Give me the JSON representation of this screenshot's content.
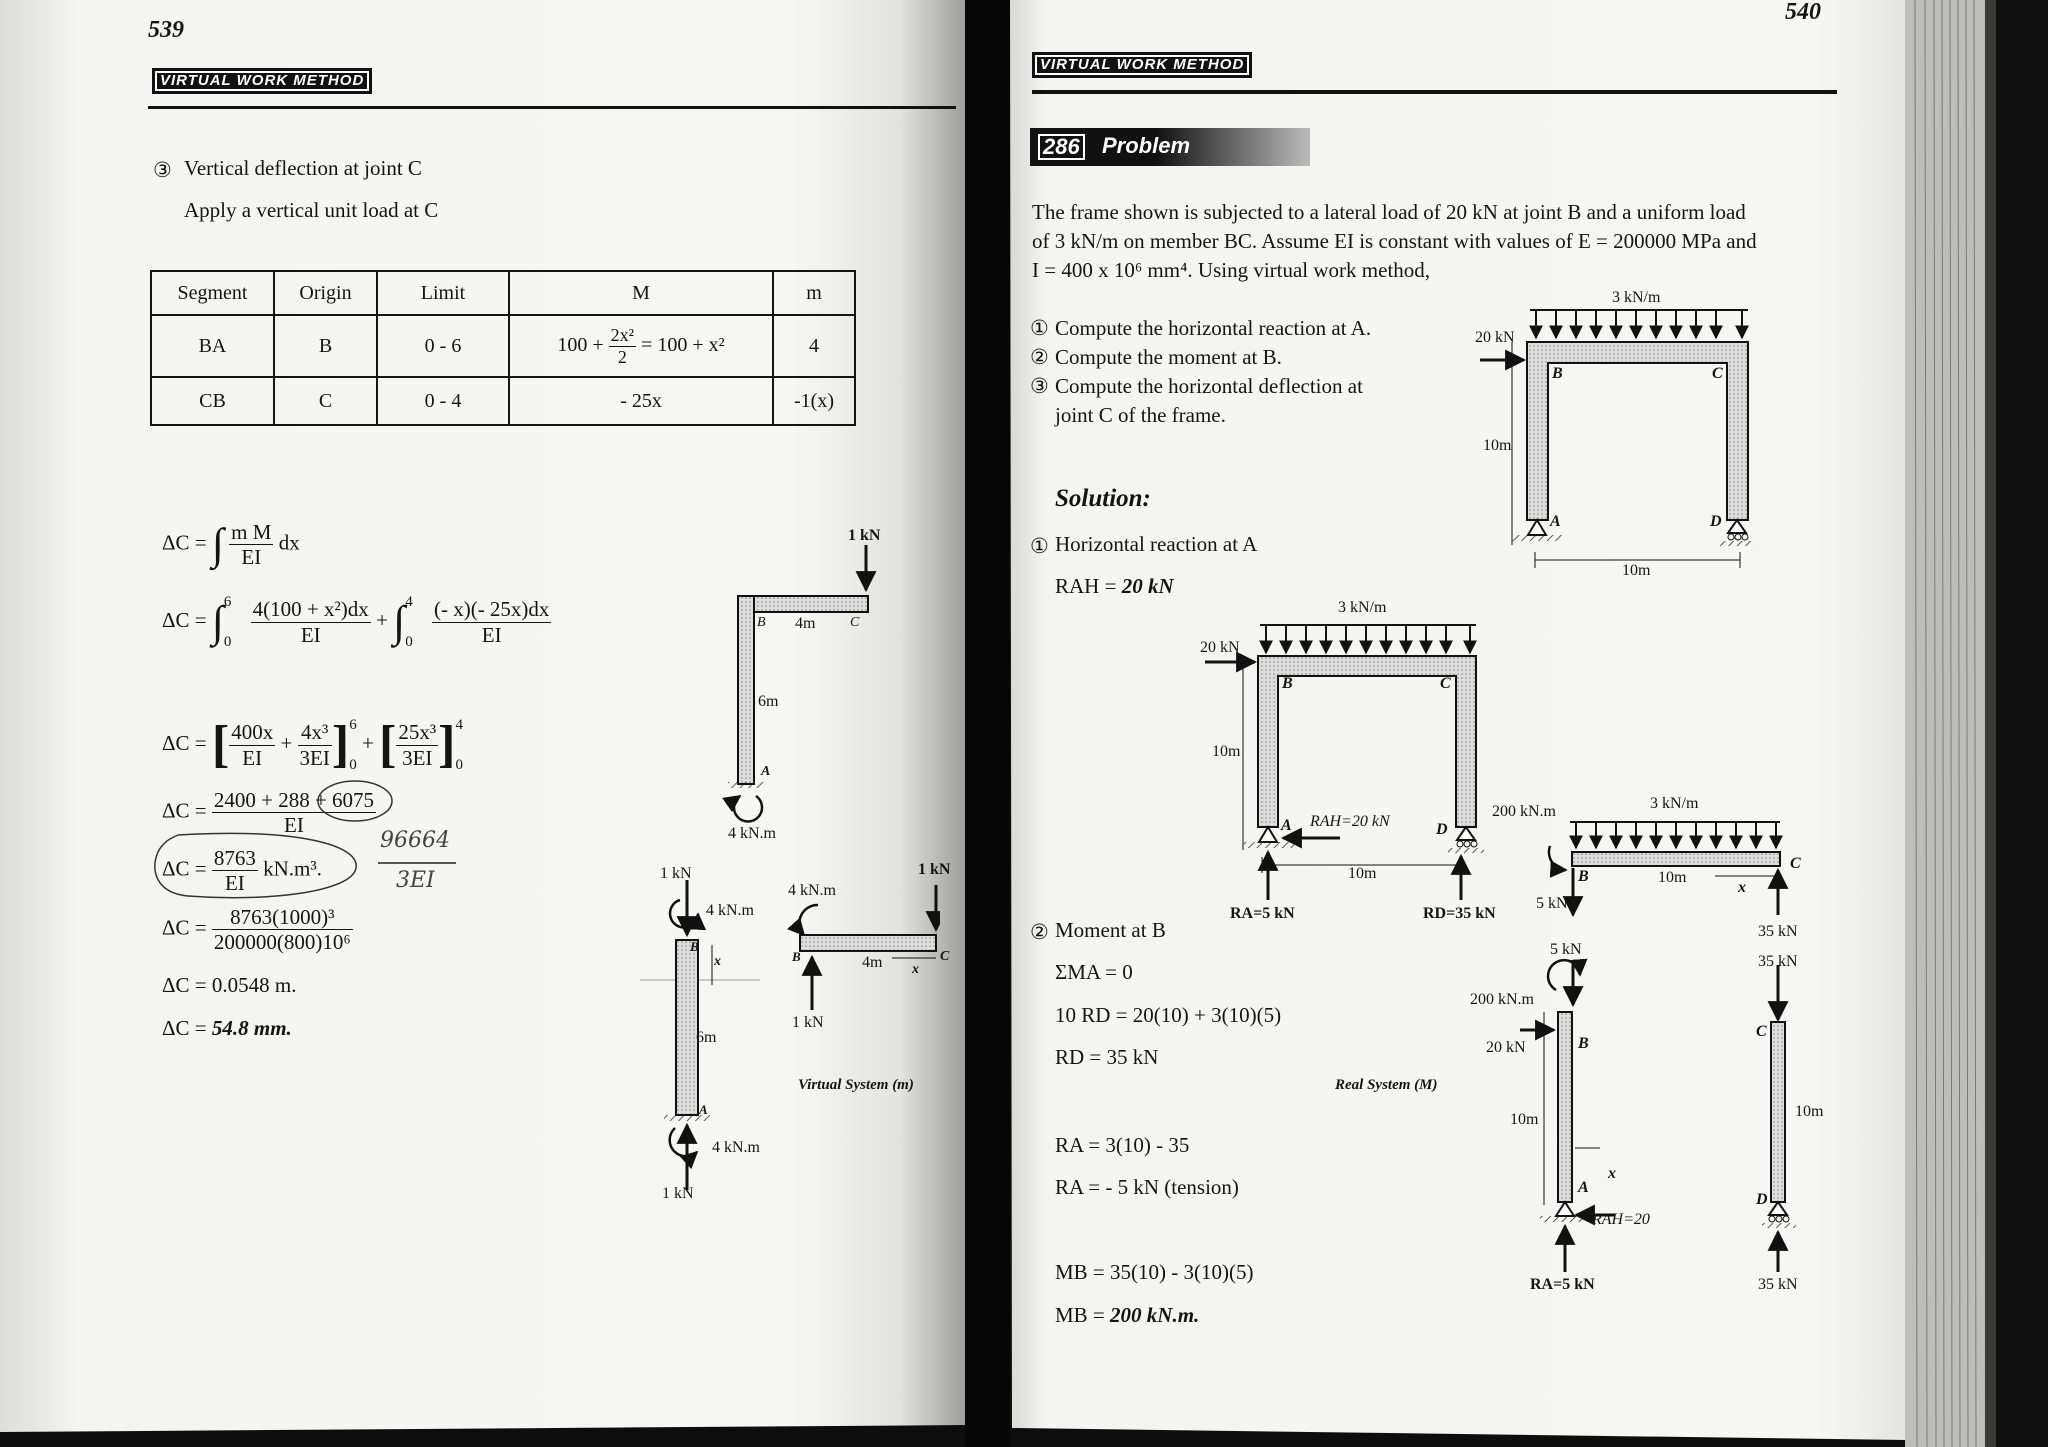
{
  "left_page": {
    "page_number": "539",
    "running_header": "VIRTUAL WORK METHOD",
    "step": {
      "marker": "③",
      "title": "Vertical deflection at joint C",
      "subtitle": "Apply a vertical unit load at C"
    },
    "table": {
      "headers": [
        "Segment",
        "Origin",
        "Limit",
        "M",
        "m"
      ],
      "rows": [
        {
          "segment": "BA",
          "origin": "B",
          "limit": "0 - 6",
          "M_a": "100 +",
          "M_num": "2x²",
          "M_den": "2",
          "M_b": "= 100 + x²",
          "m": "4"
        },
        {
          "segment": "CB",
          "origin": "C",
          "limit": "0 - 4",
          "M": "- 25x",
          "m": "-1(x)"
        }
      ]
    },
    "eqs": {
      "e1_lhs": "ΔC =",
      "e1_int": "∫",
      "e1_num": "m M",
      "e1_den": "EI",
      "e1_dx": "dx",
      "e2_lhs": "ΔC =",
      "e2_int": "∫",
      "e2_up1": "6",
      "e2_lo1": "0",
      "e2_num1": "4(100 + x²)dx",
      "e2_den1": "EI",
      "e2_plus": "+",
      "e2_up2": "4",
      "e2_lo2": "0",
      "e2_num2": "(- x)(- 25x)dx",
      "e2_den2": "EI",
      "e3_lhs": "ΔC =",
      "e3_n1": "400x",
      "e3_d1": "EI",
      "e3_plus1": "+",
      "e3_n2": "4x³",
      "e3_d2": "3EI",
      "e3_up1": "6",
      "e3_lo1": "0",
      "e3_plus2": "+",
      "e3_n3": "25x³",
      "e3_d3": "3EI",
      "e3_up2": "4",
      "e3_lo2": "0",
      "e4_lhs": "ΔC =",
      "e4_num": "2400 + 288 + 6075",
      "e4_den": "EI",
      "e5_lhs": "ΔC =",
      "e5_num": "8763",
      "e5_den": "EI",
      "e5_unit": "kN.m³.",
      "e6_lhs": "ΔC =",
      "e6_num": "8763(1000)³",
      "e6_den": "200000(800)10⁶",
      "e7": "ΔC = 0.0548 m.",
      "e8_lhs": "ΔC = ",
      "e8_val": "54.8 mm."
    },
    "handwritten": {
      "num": "96664",
      "den": "3EI"
    },
    "diagram_top": {
      "load": "1 kN",
      "b": "B",
      "c": "C",
      "a": "A",
      "len_bc": "4m",
      "len_ab": "6m",
      "moment": "4 kN.m"
    },
    "diagram_free": {
      "top_load": "1 kN",
      "top_moment": "4 kN.m",
      "b": "B",
      "a": "A",
      "x": "x",
      "len": "6m",
      "bot_moment": "4 kN.m",
      "bot_load": "1 kN",
      "r_moment": "4 kN.m",
      "r_b": "B",
      "r_c": "C",
      "r_len": "4m",
      "r_x": "x",
      "r_load": "1 kN",
      "r_react": "1 kN"
    },
    "caption": "Virtual System (m)"
  },
  "right_page": {
    "page_number": "540",
    "running_header": "VIRTUAL WORK METHOD",
    "problem_no": "286",
    "problem_label": "Problem",
    "statement": [
      "The frame shown is subjected to a lateral load of 20 kN at joint B and a uniform load",
      "of 3 kN/m on member BC. Assume EI is constant with values of E = 200000 MPa and",
      "I = 400 x 10⁶ mm⁴. Using virtual work method,"
    ],
    "tasks": [
      {
        "m": "①",
        "t": "Compute the horizontal reaction at A."
      },
      {
        "m": "②",
        "t": "Compute the moment at B."
      },
      {
        "m": "③",
        "t": "Compute the horizontal deflection at"
      },
      {
        "m": "",
        "t": "joint C of the frame."
      }
    ],
    "solution": "Solution:",
    "s1_title": "Horizontal reaction at A",
    "s1_marker": "①",
    "s1_lhs": "RAH = ",
    "s1_val": "20 kN",
    "s2_marker": "②",
    "s2_title": "Moment at B",
    "s2_lines": [
      "ΣMA = 0",
      "10 RD = 20(10) + 3(10)(5)",
      "RD = 35 kN"
    ],
    "s2_lines_b": [
      "RA = 3(10) - 35",
      "RA = - 5 kN  (tension)"
    ],
    "s2_lines_c": [
      "MB = 35(10) - 3(10)(5)"
    ],
    "s2_final_lhs": "MB = ",
    "s2_final_val": "200 kN.m.",
    "frame1": {
      "udl": "3 kN/m",
      "p": "20 kN",
      "b": "B",
      "c": "C",
      "a": "A",
      "d": "D",
      "h": "10m",
      "w": "10m"
    },
    "frame2": {
      "udl": "3 kN/m",
      "p": "20 kN",
      "b": "B",
      "c": "C",
      "a": "A",
      "d": "D",
      "h": "10m",
      "w": "10m",
      "rah": "RAH=20 kN",
      "ra": "RA=5 kN",
      "rd": "RD=35 kN"
    },
    "caption": "Real System (M)",
    "fbd_bc": {
      "moment": "200 kN.m",
      "udl": "3 kN/m",
      "b": "B",
      "c": "C",
      "w": "10m",
      "x": "x",
      "l1": "5 kN",
      "l2": "5 kN",
      "r1": "35 kN",
      "r2": "35 kN"
    },
    "fbd_ab": {
      "moment": "200 kN.m",
      "p": "20 kN",
      "b": "B",
      "a": "A",
      "h": "10m",
      "x": "x",
      "rah": "RAH=20",
      "ra": "RA=5 kN"
    },
    "fbd_cd": {
      "c": "C",
      "d": "D",
      "h": "10m",
      "r": "35 kN"
    }
  }
}
